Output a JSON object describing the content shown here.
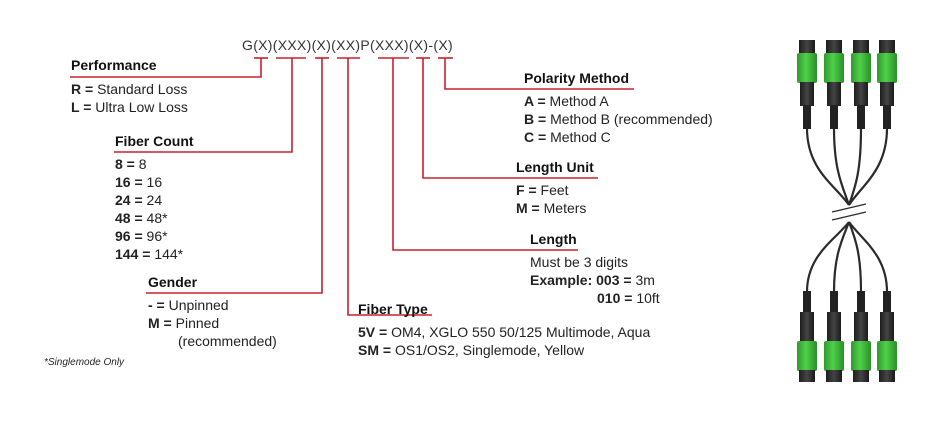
{
  "part_number": "G(X)(XXX)(X)(XX)P(XXX)(X)-(X)",
  "sections": {
    "performance": {
      "heading": "Performance",
      "options": [
        {
          "key": "R =",
          "value": " Standard Loss"
        },
        {
          "key": "L =",
          "value": " Ultra Low Loss"
        }
      ]
    },
    "fiber_count": {
      "heading": "Fiber Count",
      "options": [
        {
          "key": "8 =",
          "value": " 8"
        },
        {
          "key": "16 =",
          "value": " 16"
        },
        {
          "key": "24 =",
          "value": " 24"
        },
        {
          "key": "48 =",
          "value": " 48*"
        },
        {
          "key": "96 =",
          "value": " 96*"
        },
        {
          "key": "144 =",
          "value": " 144*"
        }
      ]
    },
    "gender": {
      "heading": "Gender",
      "options": [
        {
          "key": "- =",
          "value": " Unpinned"
        },
        {
          "key": "M =",
          "value": " Pinned"
        }
      ],
      "extra": "(recommended)"
    },
    "fiber_type": {
      "heading": "Fiber Type",
      "options": [
        {
          "key": "5V =",
          "value": " OM4, XGLO 550 50/125 Multimode, Aqua"
        },
        {
          "key": "SM =",
          "value": " OS1/OS2, Singlemode, Yellow"
        }
      ]
    },
    "length": {
      "heading": "Length",
      "line1": "Must be 3 digits",
      "example_key": "Example: 003 =",
      "example_value": " 3m",
      "example2_key": "010 =",
      "example2_value": " 10ft"
    },
    "length_unit": {
      "heading": "Length Unit",
      "options": [
        {
          "key": "F =",
          "value": " Feet"
        },
        {
          "key": "M =",
          "value": " Meters"
        }
      ]
    },
    "polarity": {
      "heading": "Polarity Method",
      "options": [
        {
          "key": "A =",
          "value": " Method A"
        },
        {
          "key": "B =",
          "value": " Method B (recommended)"
        },
        {
          "key": "C =",
          "value": " Method C"
        }
      ]
    }
  },
  "footnote": "*Singlemode Only",
  "colors": {
    "accent_red": "#c8202f",
    "connector_green": "#3dba3a",
    "cable_dark": "#2a2a2a"
  }
}
